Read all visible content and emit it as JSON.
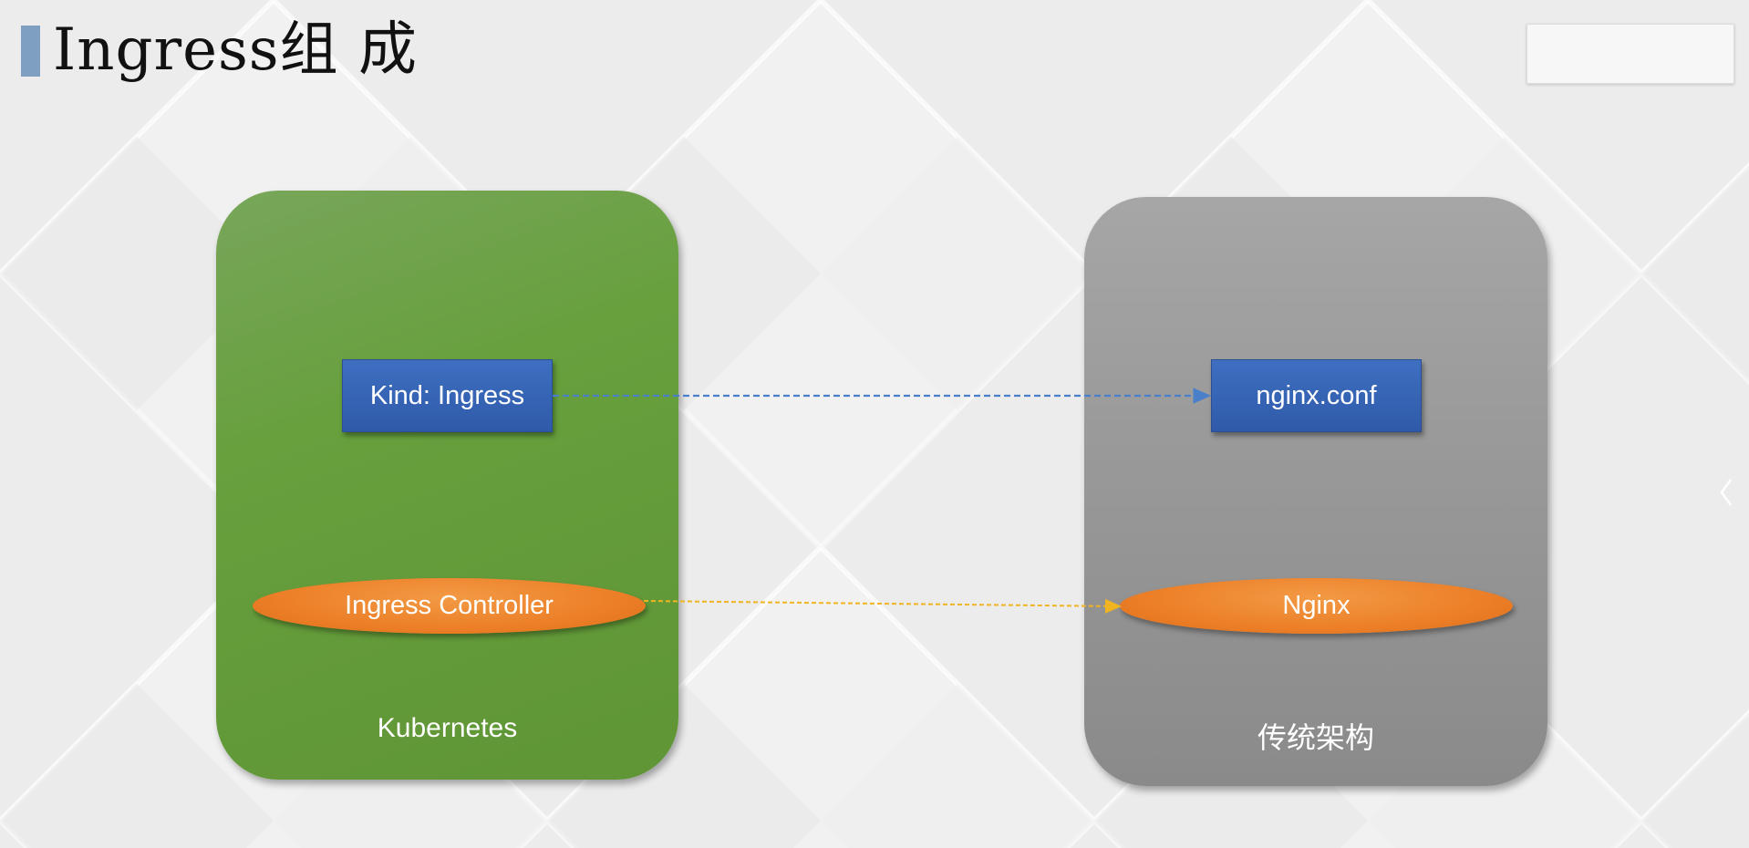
{
  "slide": {
    "title": "Ingress组 成"
  },
  "diagram": {
    "left_panel": {
      "label": "Kubernetes",
      "color": "#68a03e",
      "top_node": "Kind: Ingress",
      "bottom_node": "Ingress Controller"
    },
    "right_panel": {
      "label": "传统架构",
      "color": "#9a9a9a",
      "top_node": "nginx.conf",
      "bottom_node": "Nginx"
    },
    "arrows": [
      {
        "from": "Kind: Ingress",
        "to": "nginx.conf",
        "style": "dashed",
        "color": "#4a7fc9"
      },
      {
        "from": "Ingress Controller",
        "to": "Nginx",
        "style": "dashed",
        "color": "#f0b420"
      }
    ],
    "node_colors": {
      "rect": "#2f5aa9",
      "ellipse": "#ec7f28"
    }
  },
  "navigation": {
    "prev_icon": "chevron-left-icon"
  }
}
